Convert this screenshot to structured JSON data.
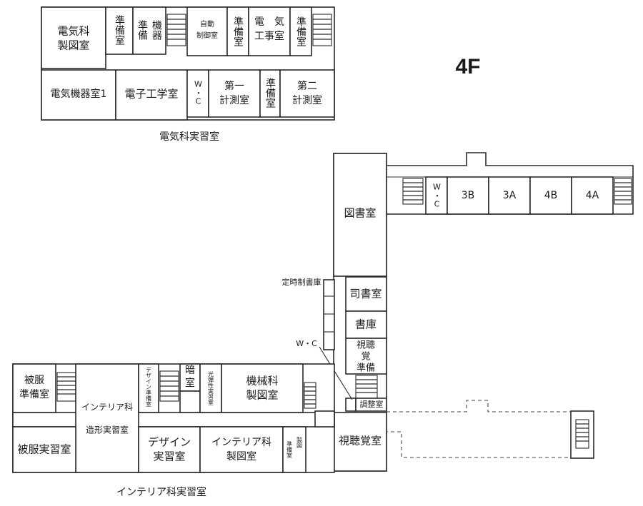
{
  "floor": "4F",
  "captions": {
    "electrical": "電気科実習室",
    "interior": "インテリア科実習室"
  },
  "rooms": {
    "denki_seizu_1": "電気科",
    "denki_seizu_2": "製図室",
    "junbi_a": "準備室",
    "junbi_kiki_a": "準備",
    "junbi_kiki_b": "機器",
    "jido_1": "自動",
    "jido_2": "制御室",
    "junbi_b": "準備室",
    "denki_koji_1": "電　気",
    "denki_koji_2": "工事室",
    "junbi_c": "準備室",
    "denki_kiki_1": "電気機器室1",
    "denshi": "電子工学室",
    "wc_top": "W・C",
    "keisoku1_1": "第一",
    "keisoku1_2": "計測室",
    "junbi_d": "準備室",
    "keisoku2_1": "第二",
    "keisoku2_2": "計測室",
    "toshoshitsu": "図書室",
    "wc_right": "W・C",
    "c3b": "3B",
    "c3a": "3A",
    "c4b": "4B",
    "c4a": "4A",
    "teiji_shoko": "定時制書庫",
    "shishoshitsu": "司書室",
    "shoko": "書庫",
    "shichokaku_junbi_1": "視聴",
    "shichokaku_junbi_2": "覚",
    "shichokaku_junbi_3": "準備",
    "wc_mid": "W・C",
    "chosei": "調整室",
    "shichokaku": "視聴覚室",
    "hifuku_junbi_1": "被服",
    "hifuku_junbi_2": "準備室",
    "interior_zokei_1": "インテリア科",
    "interior_zokei_2": "造形実習室",
    "design_junbi": "デザイン準備室",
    "anshitsu_1": "暗",
    "anshitsu_2": "室",
    "kodan": "光弾性実習室",
    "kikai_1": "機械科",
    "kikai_2": "製図室",
    "hifuku_jisshu": "被服実習室",
    "design_1": "デザイン",
    "design_2": "実習室",
    "interior_seizu_1": "インテリア科",
    "interior_seizu_2": "製図室",
    "seizu_junbi_1": "準備室",
    "seizu_junbi_2": "製図"
  }
}
